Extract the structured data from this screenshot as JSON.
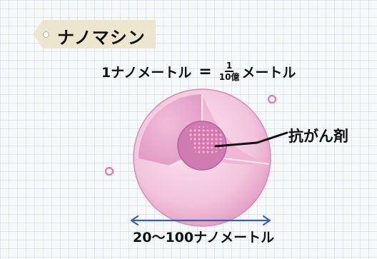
{
  "title": "ナノマシン",
  "formula": {
    "lhs": "1ナノメートル",
    "equals": "=",
    "numerator": "1",
    "denominator": "10億",
    "rhs": "メートル"
  },
  "drug_label": "抗がん剤",
  "scale_label": "20～100ナノメートル",
  "colors": {
    "outer_shell": "#f2c4dc",
    "inner_shell": "#e6a1c5",
    "core": "#d77fb5",
    "leader_line": "#111111",
    "particles": "#e57aa7"
  }
}
